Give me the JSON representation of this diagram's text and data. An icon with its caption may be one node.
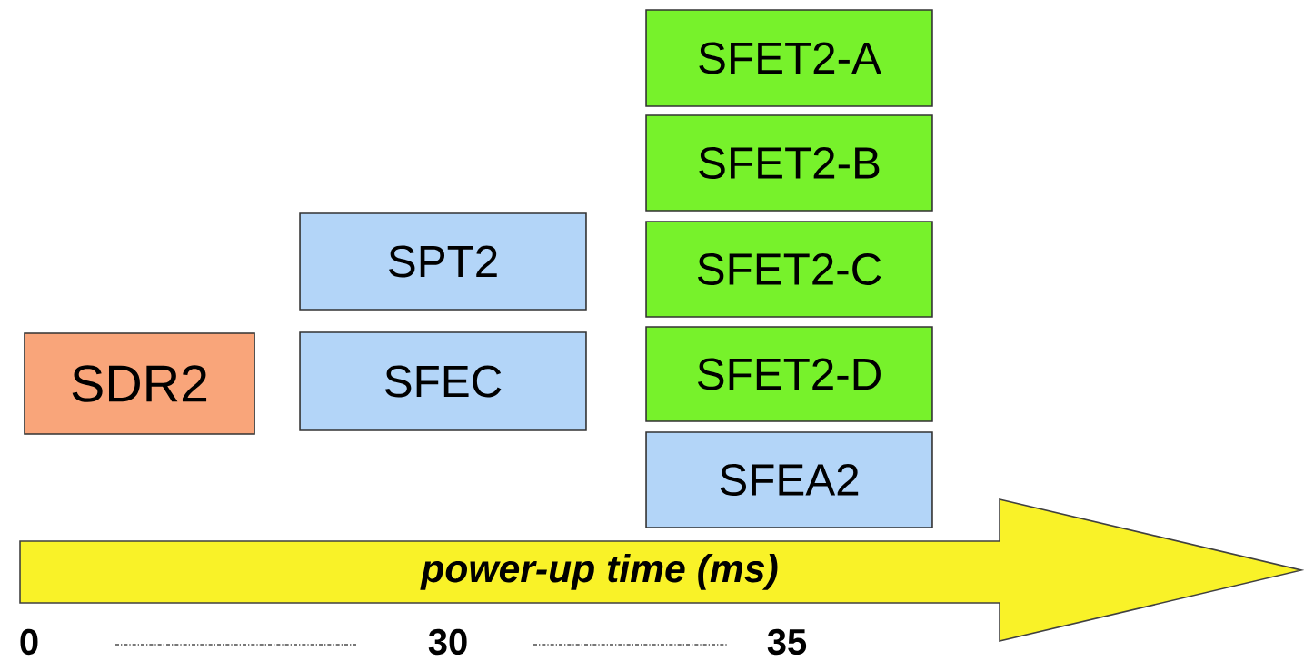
{
  "diagram": {
    "nodes": [
      {
        "text": [
          "SDR2"
        ]
      },
      {
        "text": [
          "SPT2"
        ]
      },
      {
        "text": [
          "SFEC"
        ]
      },
      {
        "text": [
          "SFET2-A"
        ]
      },
      {
        "text": [
          "SFET2-B"
        ]
      },
      {
        "text": [
          "SFET2-C"
        ]
      },
      {
        "text": [
          "SFET2-D"
        ]
      },
      {
        "text": [
          "SFEA2"
        ]
      },
      {
        "text": [
          "power-up time (ms)"
        ]
      }
    ],
    "labels": [
      "0",
      "30",
      "35"
    ]
  }
}
